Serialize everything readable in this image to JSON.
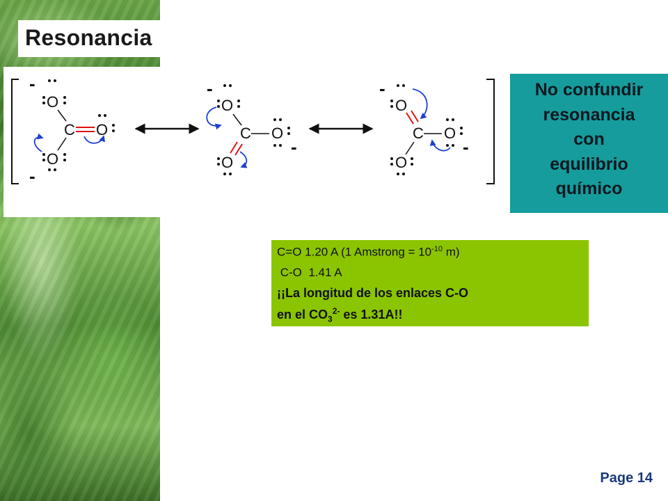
{
  "slide": {
    "title": "Resonancia",
    "page": "Page 14"
  },
  "callout": {
    "lines": [
      "No confundir",
      "resonancia",
      "con",
      "equilibrio",
      "químico"
    ]
  },
  "bond_info": {
    "line1": {
      "text": "C=O  1.20 A (1 Amstrong = 10",
      "sup": "-10",
      "tail": " m)"
    },
    "line2": " C-O  1.41 A",
    "line3": "¡¡La longitud de los enlaces C-O",
    "line4": {
      "pre": "en el CO",
      "sub": "3",
      "sup": "2-",
      "post": " es 1.31A!!"
    }
  },
  "structures": {
    "atoms": {
      "oxygen": "O",
      "carbon": "C"
    },
    "charge": "-",
    "colors": {
      "arrow": "#1f3fd0",
      "double_bond": "#e01010",
      "bond": "#111111"
    },
    "icons": [
      "resonance-arrow-icon",
      "curved-electron-arrow-icon",
      "bracket-icon"
    ]
  },
  "colors": {
    "callout_bg": "#169c9c",
    "info_bg": "#8bc400",
    "page_label": "#1a3a7a"
  }
}
